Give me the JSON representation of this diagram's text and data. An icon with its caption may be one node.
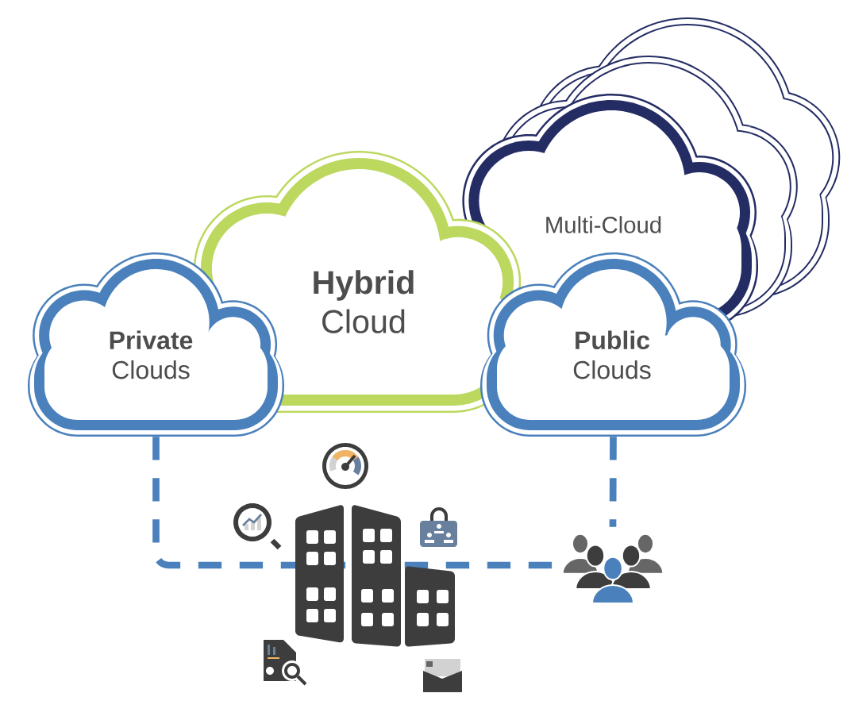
{
  "diagram": {
    "nodes": [
      {
        "text": [
          "Multi-Cloud"
        ]
      },
      {
        "text": [
          "**Hybrid** Cloud"
        ]
      },
      {
        "text": [
          "**Private** Clouds"
        ]
      },
      {
        "text": [
          "**Public** Clouds"
        ]
      },
      {
        "text": [],
        "shape": "person"
      }
    ],
    "edges": [
      {
        "from": 2,
        "to": 4,
        "arrow": "none",
        "style": "dashed",
        "color": "#4a80bb"
      },
      {
        "from": 3,
        "to": 4,
        "arrow": "none",
        "style": "dashed",
        "color": "#4a80bb"
      }
    ]
  }
}
